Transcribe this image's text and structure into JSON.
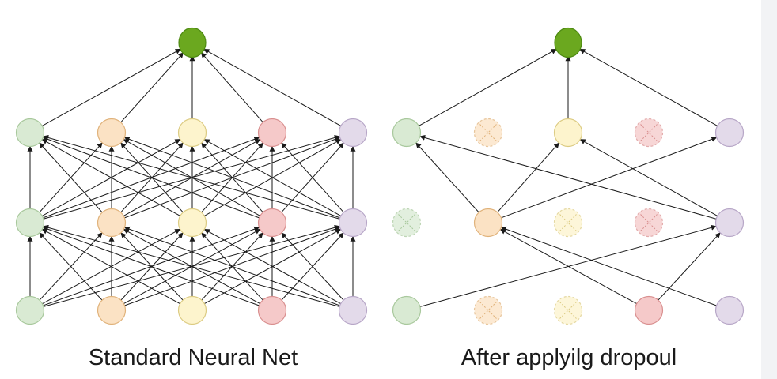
{
  "colors": {
    "output": "#6ba81f",
    "output_stroke": "#4e8a12",
    "palette": [
      {
        "fill": "#d9ead3",
        "stroke": "#a8c89c"
      },
      {
        "fill": "#fbe2c4",
        "stroke": "#e0b27a"
      },
      {
        "fill": "#fdf4cd",
        "stroke": "#dccb82"
      },
      {
        "fill": "#f5c9c9",
        "stroke": "#d98f8f"
      },
      {
        "fill": "#e3daea",
        "stroke": "#b7a6c7"
      }
    ],
    "edge": "#1a1a1a",
    "caption": "#1a1a1a"
  },
  "networks": [
    {
      "id": "standard",
      "caption": "Standard Neural Net",
      "layers": [
        {
          "role": "input",
          "dropped": [
            false,
            false,
            false,
            false,
            false
          ]
        },
        {
          "role": "hidden-1",
          "dropped": [
            false,
            false,
            false,
            false,
            false
          ]
        },
        {
          "role": "hidden-2",
          "dropped": [
            false,
            false,
            false,
            false,
            false
          ]
        }
      ],
      "fully_connected": true,
      "edges": null
    },
    {
      "id": "dropout",
      "caption": "After applyilg dropoul",
      "layers": [
        {
          "role": "input",
          "dropped": [
            false,
            true,
            true,
            false,
            false
          ]
        },
        {
          "role": "hidden-1",
          "dropped": [
            true,
            false,
            true,
            true,
            false
          ]
        },
        {
          "role": "hidden-2",
          "dropped": [
            false,
            true,
            false,
            true,
            false
          ]
        }
      ],
      "fully_connected": false,
      "edges": {
        "input_to_hidden1": [
          [
            0,
            4
          ],
          [
            3,
            1
          ],
          [
            3,
            4
          ],
          [
            4,
            1
          ]
        ],
        "hidden1_to_hidden2": [
          [
            1,
            0
          ],
          [
            1,
            2
          ],
          [
            1,
            4
          ],
          [
            4,
            0
          ],
          [
            4,
            2
          ]
        ],
        "hidden2_to_output": [
          0,
          2,
          4
        ]
      }
    }
  ],
  "icons": {
    "dropped_node": "x-mark-icon"
  }
}
